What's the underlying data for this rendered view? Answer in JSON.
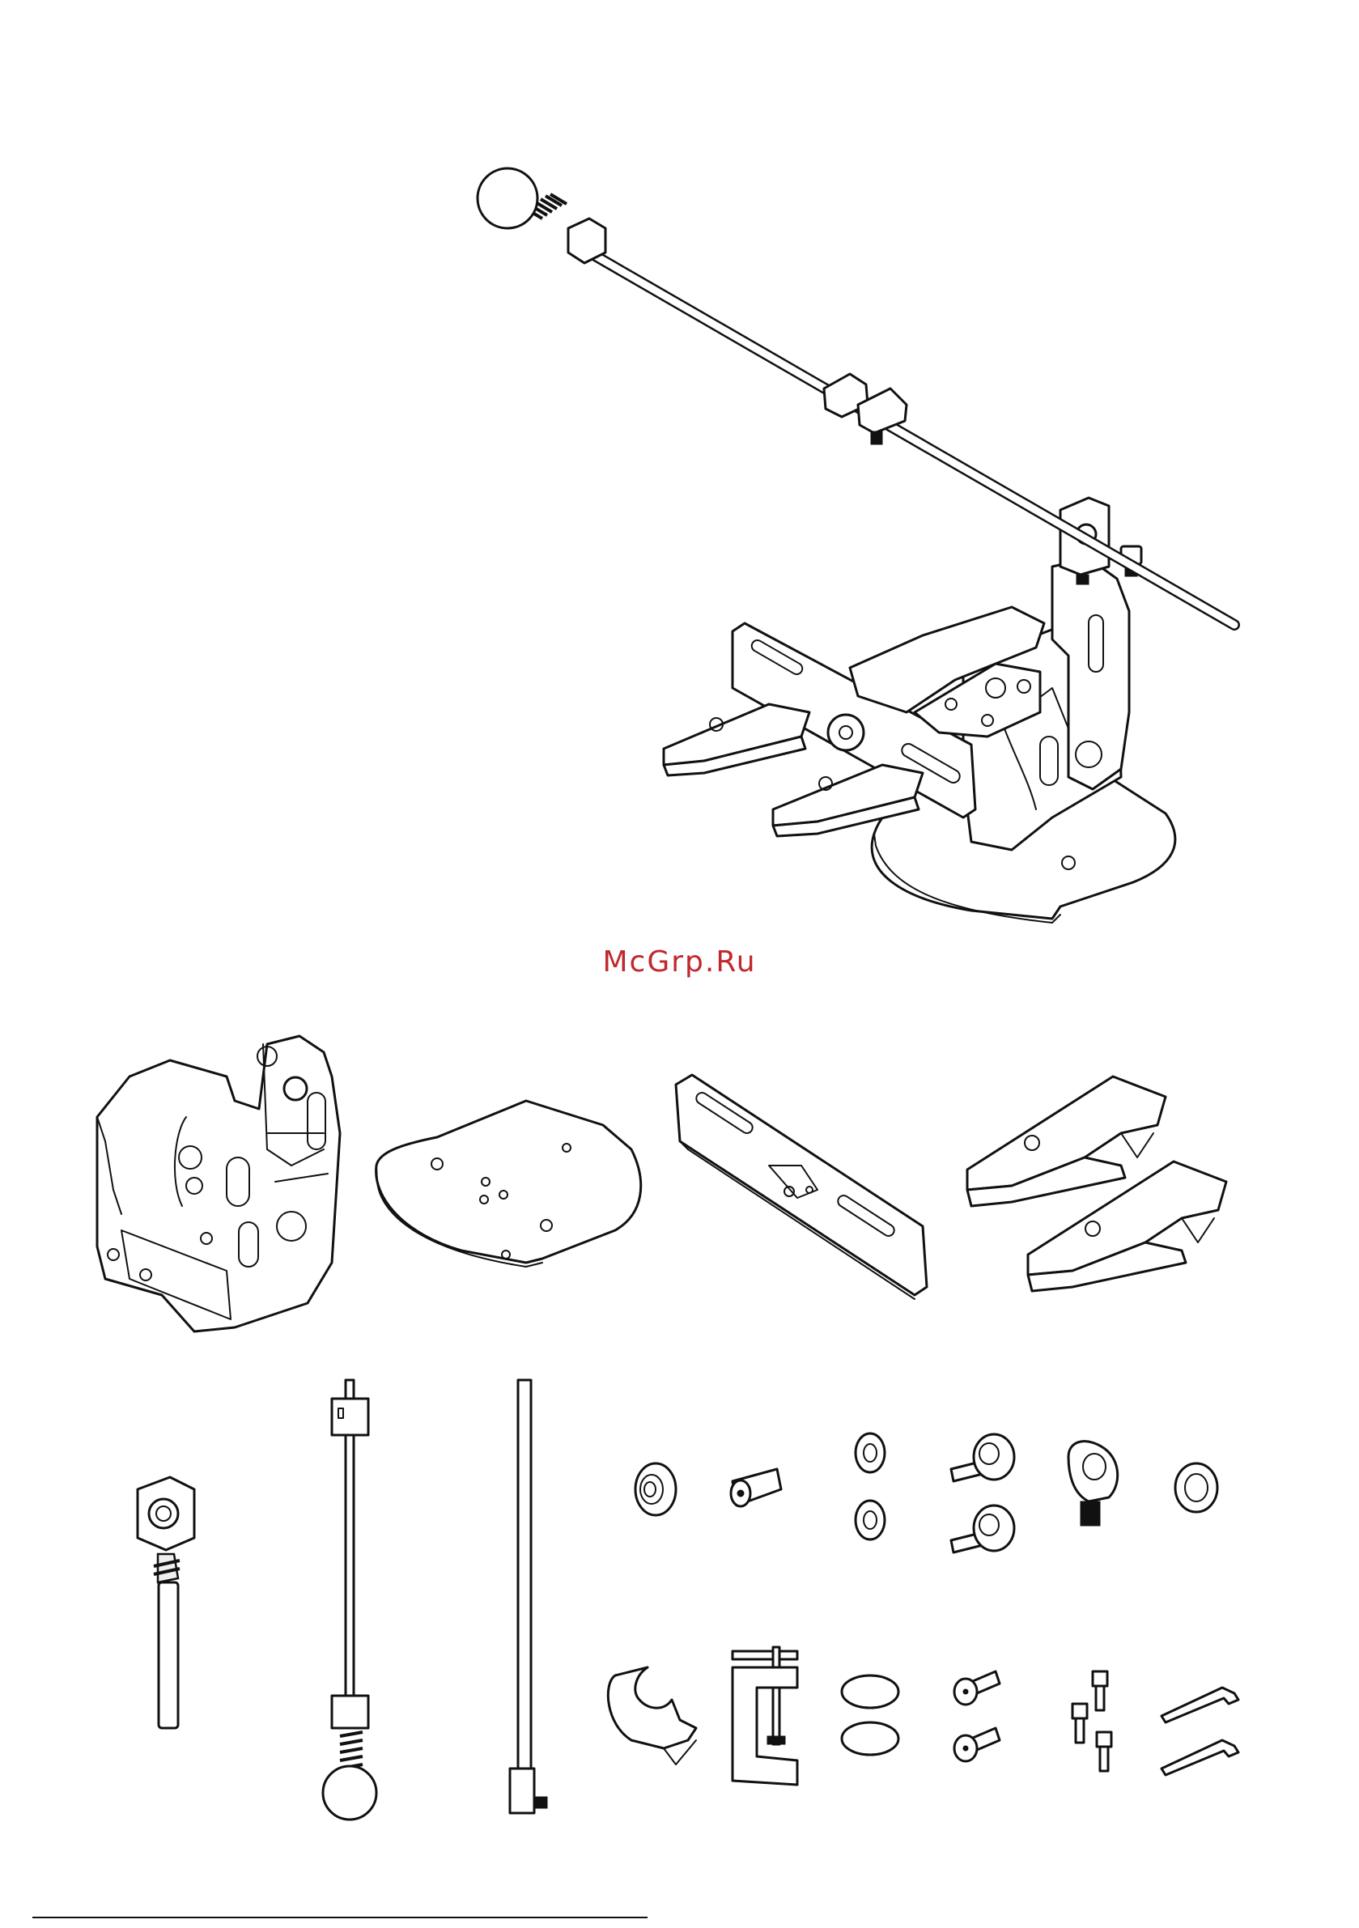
{
  "watermark": {
    "text": "McGrp.Ru",
    "color": "#c0282d"
  },
  "illustrations": {
    "assembled": "assembled-sharpener-illustration",
    "row1": [
      "main-frame",
      "base-plate",
      "clamp-rail",
      "clamp-jaws"
    ],
    "row2": [
      "rod-holder",
      "guide-rod-with-weight",
      "support-rod",
      "bushing",
      "flat-head-screw",
      "washers",
      "thumb-screws",
      "eye-bolt",
      "o-ring"
    ],
    "row3": [
      "c-clip",
      "c-clamp",
      "felt-pads",
      "button-screws",
      "cap-screws",
      "hex-keys"
    ]
  }
}
